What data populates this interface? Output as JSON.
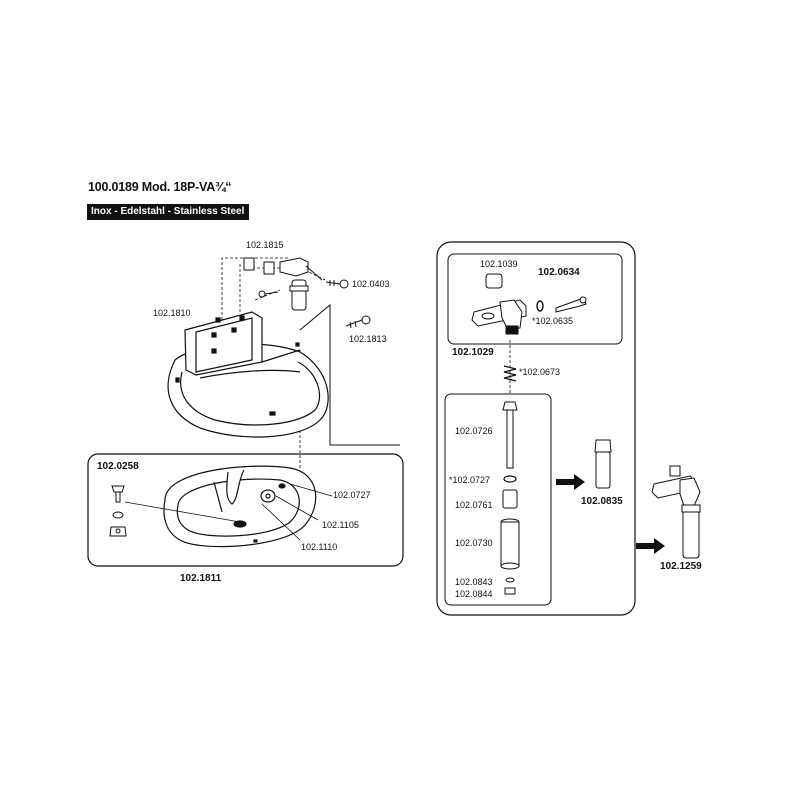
{
  "header": {
    "title": "100.0189 Mod. 18P-VA¾“",
    "material_band": "Inox - Edelstahl - Stainless Steel"
  },
  "parts": {
    "p1815": "102.1815",
    "p0403": "102.0403",
    "p1810": "102.1810",
    "p1813": "102.1813",
    "p0258": "102.0258",
    "p0727a": "102.0727",
    "p1105": "102.1105",
    "p1110": "102.1110",
    "p1811": "102.1811",
    "p1039": "102.1039",
    "p0634": "102.0634",
    "p0635": "*102.0635",
    "p1029": "102.1029",
    "p0673": "*102.0673",
    "p0726": "102.0726",
    "p0727b": "*102.0727",
    "p0761": "102.0761",
    "p0730": "102.0730",
    "p0843": "102.0843",
    "p0844": "102.0844",
    "p0835": "102.0835",
    "p1259": "102.1259"
  }
}
